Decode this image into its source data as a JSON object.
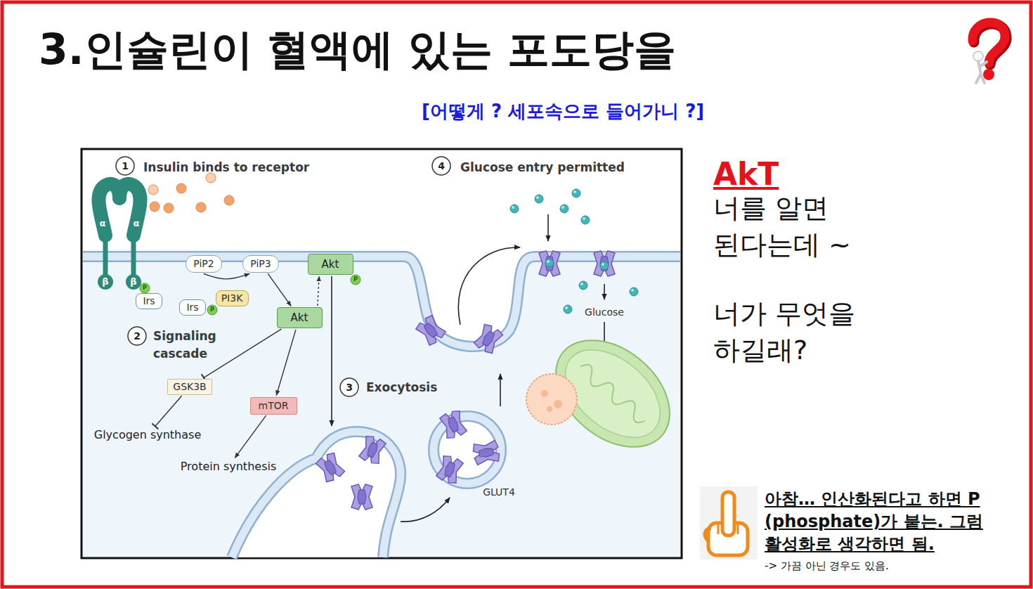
{
  "diagram": {
    "title": "3.인슐린이 혈액에 있는 포도당을",
    "nodes": [
      {
        "text": [
          "PiP2"
        ]
      },
      {
        "text": [
          "PiP3"
        ]
      },
      {
        "text": [
          "Irs"
        ]
      },
      {
        "text": [
          "Irs"
        ]
      },
      {
        "text": [
          "PI3K"
        ]
      },
      {
        "text": [
          "Akt"
        ]
      },
      {
        "text": [
          "Akt"
        ]
      },
      {
        "text": [
          "GSK3B"
        ]
      },
      {
        "text": [
          "mTOR"
        ]
      },
      {
        "text": [
          "Glycogen synthase"
        ]
      },
      {
        "text": [
          "Protein synthesis"
        ]
      }
    ],
    "edges": [
      {
        "from": 0,
        "to": 1,
        "arrow": "to"
      },
      {
        "from": 1,
        "to": 6,
        "arrow": "to"
      },
      {
        "from": 6,
        "to": 5,
        "arrow": "to"
      },
      {
        "from": 6,
        "to": 7,
        "arrow": "to"
      },
      {
        "from": 6,
        "to": 8,
        "arrow": "to"
      },
      {
        "from": 7,
        "to": 9,
        "arrow": "to"
      },
      {
        "from": 8,
        "to": 10,
        "arrow": "to"
      }
    ],
    "labels": [
      "[어떻게 ? 세포속으로 들어가니 ?]",
      "1",
      "Insulin binds to receptor",
      "4",
      "Glucose entry permitted",
      "α",
      "α",
      "β",
      "β",
      "P",
      "P",
      "P",
      "2",
      "Signaling cascade",
      "3",
      "Exocytosis",
      "GLUT4",
      "Glucose",
      "AkT",
      "너를 알면 된다는데 ~",
      "너가 무엇을 하길래?",
      "아참… 인산화된다고 하면 P (phosphate)가 붙는. 그럼 활성화로 생각하면 됨.",
      "-> 가끔 아닌 경우도 있음."
    ]
  }
}
